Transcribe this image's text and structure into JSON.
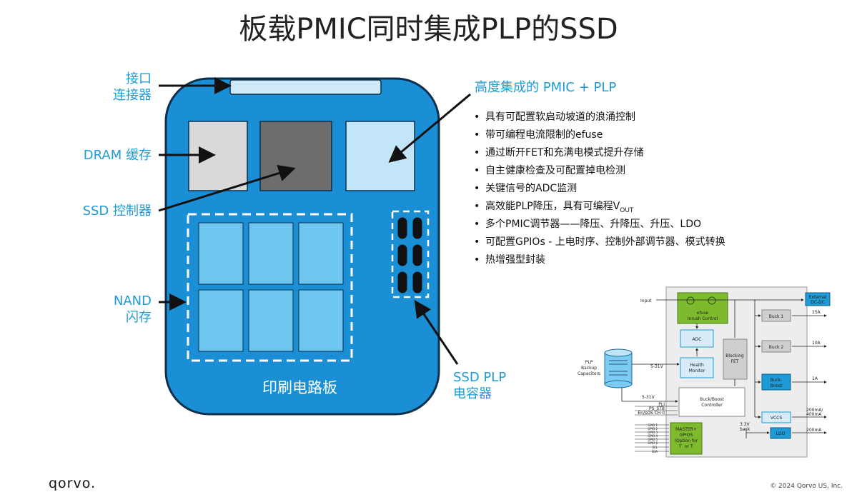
{
  "title": "板载PMIC同时集成PLP的SSD",
  "labels": {
    "connector": [
      "接口",
      "连接器"
    ],
    "dram": "DRAM 缓存",
    "controller": "SSD 控制器",
    "nand": [
      "NAND",
      "闪存"
    ],
    "plp_cap": [
      "SSD PLP",
      "电容器"
    ],
    "pcb": "印刷电路板"
  },
  "pmic": {
    "title": "高度集成的 PMIC + PLP",
    "features": [
      "具有可配置软启动坡道的浪涌控制",
      "带可编程电流限制的efuse",
      "通过断开FET和充满电模式提升存储",
      "自主健康检查及可配置掉电检测",
      "关键信号的ADC监测",
      "高效能PLP降压，具有可编程V",
      "多个PMIC调节器——降压、升降压、升压、LDO",
      "可配置GPIOs - 上电时序、控制外部调节器、模式转换",
      "热增强型封装"
    ],
    "vout_sub": "OUT"
  },
  "block_diagram": {
    "input": "Input",
    "efuse": [
      "efuse",
      "Inrush Control"
    ],
    "adc": "ADC",
    "health": [
      "Health",
      "Monitor"
    ],
    "blocking": [
      "Blocking",
      "FET"
    ],
    "external": [
      "External",
      "DC-DC"
    ],
    "buck1": "Buck 1",
    "buck2": "Buck 2",
    "buckboost": [
      "Buck-",
      "Boost"
    ],
    "vccs": "VCCS",
    "ldo": "LDO",
    "bb_ctrl": [
      "Buck/Boost",
      "Controller"
    ],
    "master": [
      "MASTER+",
      "GPIOS",
      "(Option for",
      "T",
      "or T"
    ],
    "plp": [
      "PLP",
      "Backup",
      "Capacitors"
    ],
    "v531a": "5-31V",
    "v531b": "5-31V",
    "v33": [
      "3.3V",
      "back"
    ],
    "outs": [
      "15A",
      "10A",
      "1A",
      "200mA/",
      "400mA",
      "200mA"
    ],
    "gpio": [
      "GPIO 1",
      "GPIO 2",
      "GPIO 3",
      "GPIO 4",
      "GPIO 5",
      "GPIO 6",
      "SCL",
      "SDA"
    ],
    "ctrl_sig": [
      "PLI",
      "PS_STB",
      "En/sOS CH 0"
    ]
  },
  "footer": {
    "logo": "qorvo.",
    "copyright": "© 2024 Qorvo US, Inc."
  },
  "colors": {
    "accent": "#1e9ad6",
    "board": "#1a8fd6",
    "nand": "#6ec5ef",
    "efuse_green": "#7dba2e"
  }
}
